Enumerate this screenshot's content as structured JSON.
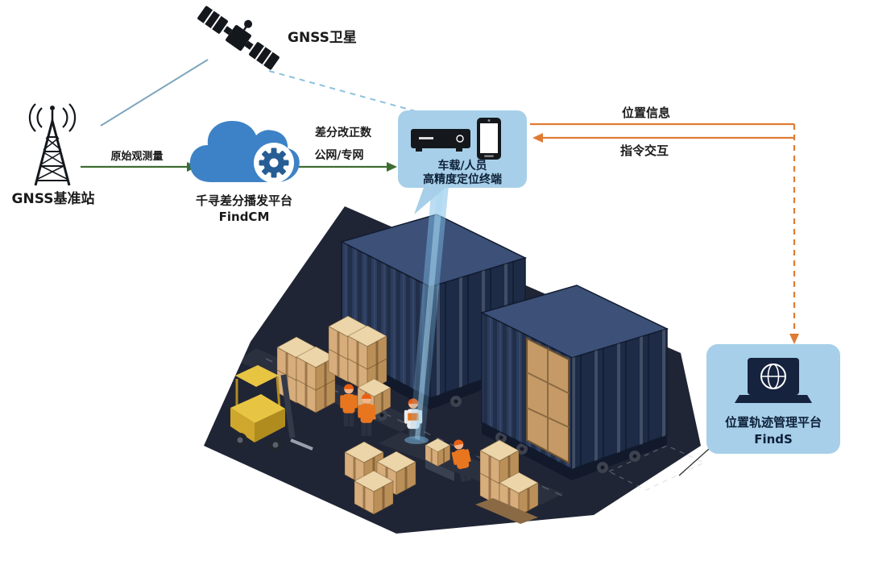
{
  "diagram": {
    "satellite_label": "GNSS卫星",
    "base_station_label": "GNSS基准站",
    "cloud": {
      "name": "千寻差分播发平台",
      "product": "FindCM"
    },
    "links": {
      "raw_observation": "原始观测量",
      "correction_1": "差分改正数",
      "correction_2": "公网/专网",
      "position_info": "位置信息",
      "command_interaction": "指令交互"
    },
    "terminal_card": {
      "line1": "车载/人员",
      "line2": "高精度定位终端"
    },
    "platform_card": {
      "name": "位置轨迹管理平台",
      "product": "FindS"
    },
    "colors": {
      "card_bg": "#a7cfe9",
      "cloud_blue": "#3d82c6",
      "gear_blue": "#275d95",
      "green_arrow": "#3e6d31",
      "orange_arrow": "#e07b33",
      "beam_blue": "#7dbee6",
      "container_navy": "#2b3c5e",
      "floor": "#202535",
      "crate_tan": "#d2a875",
      "forklift_yellow": "#e8c443"
    },
    "icons": {
      "satellite": "satellite-icon",
      "base_station": "radio-tower-icon",
      "cloud_platform": "cloud-gear-icon",
      "terminal_receiver": "receiver-box-icon",
      "terminal_phone": "smartphone-icon",
      "management_platform": "laptop-globe-icon"
    }
  }
}
